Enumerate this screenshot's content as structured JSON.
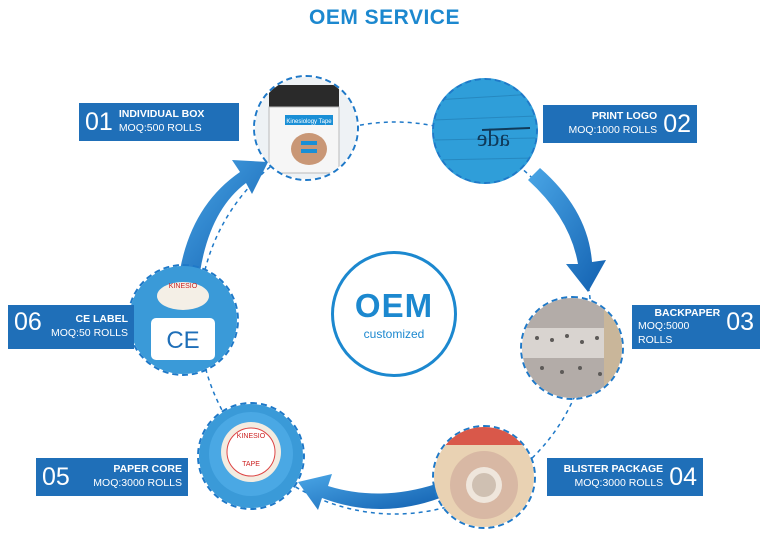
{
  "title": "OEM SERVICE",
  "center": {
    "big": "OEM",
    "small": "customized"
  },
  "steps": [
    {
      "num": "01",
      "name": "INDIVIDUAL BOX",
      "moq": "MOQ:500 ROLLS"
    },
    {
      "num": "02",
      "name": "PRINT LOGO",
      "moq": "MOQ:1000 ROLLS"
    },
    {
      "num": "03",
      "name": "BACKPAPER",
      "moq": "MOQ:5000 ROLLS"
    },
    {
      "num": "04",
      "name": "BLISTER PACKAGE",
      "moq": "MOQ:3000 ROLLS"
    },
    {
      "num": "05",
      "name": "PAPER CORE",
      "moq": "MOQ:3000 ROLLS"
    },
    {
      "num": "06",
      "name": "CE LABEL",
      "moq": "MOQ:50 ROLLS"
    }
  ],
  "images": {
    "box_text": "Kinesiology Tape",
    "ce_mark": "CE",
    "tape_text": "KINESIO",
    "tape_text2": "TAPE",
    "logo_text": "ade"
  },
  "colors": {
    "title": "#1c88cf",
    "label_bg": "#1f6fb8",
    "tape_blue": "#3aa0dc",
    "arrow_blue": "#1f79c8"
  }
}
